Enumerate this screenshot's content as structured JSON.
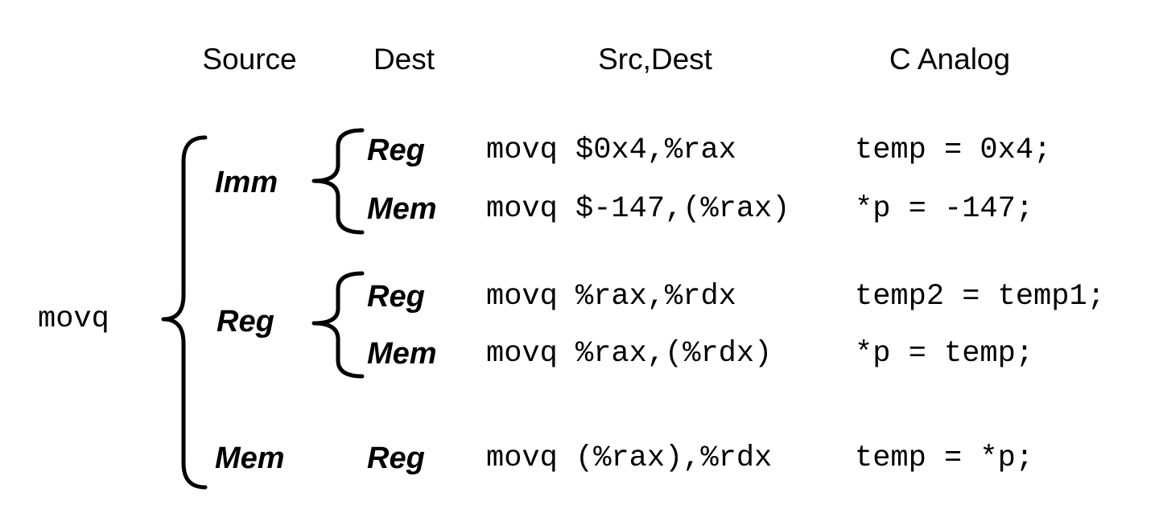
{
  "colors": {
    "background": "#ffffff",
    "text": "#000000"
  },
  "headers": {
    "source": "Source",
    "dest": "Dest",
    "src_dest": "Src,Dest",
    "c_analog": "C Analog"
  },
  "instruction": "movq",
  "groups": [
    {
      "source": "Imm",
      "rows": [
        {
          "dest": "Reg",
          "asm": "movq $0x4,%rax",
          "c": "temp = 0x4;"
        },
        {
          "dest": "Mem",
          "asm": "movq $-147,(%rax)",
          "c": "*p = -147;"
        }
      ]
    },
    {
      "source": "Reg",
      "rows": [
        {
          "dest": "Reg",
          "asm": "movq %rax,%rdx",
          "c": "temp2 = temp1;"
        },
        {
          "dest": "Mem",
          "asm": "movq %rax,(%rdx)",
          "c": "*p = temp;"
        }
      ]
    },
    {
      "source": "Mem",
      "rows": [
        {
          "dest": "Reg",
          "asm": "movq (%rax),%rdx",
          "c": "temp = *p;"
        }
      ]
    }
  ]
}
